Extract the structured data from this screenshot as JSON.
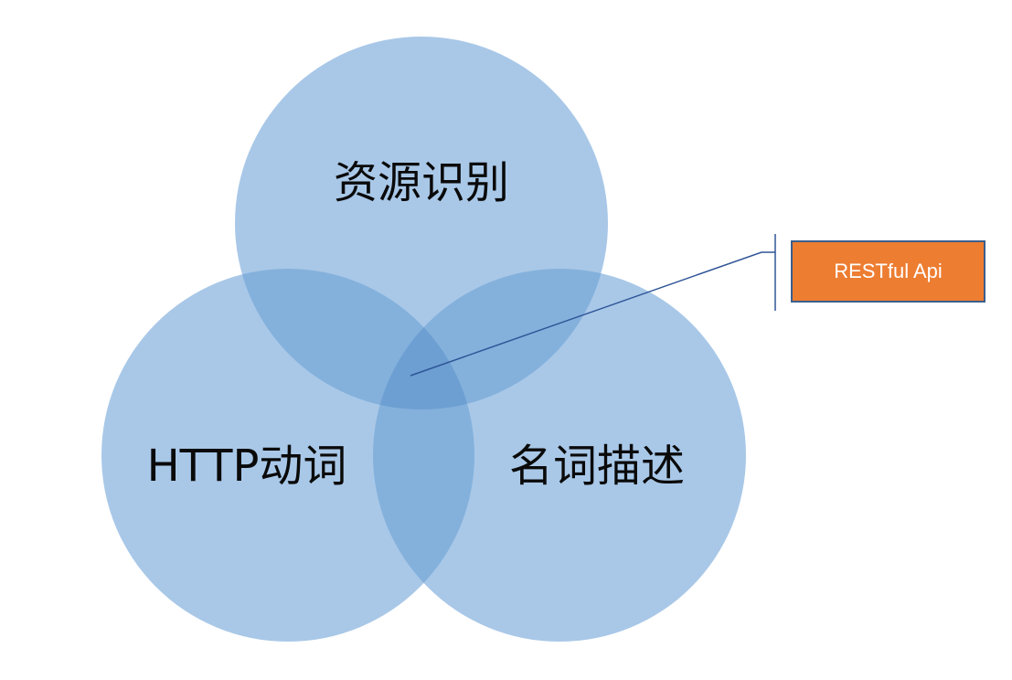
{
  "diagram": {
    "type": "venn",
    "circles": [
      {
        "id": "top",
        "label": "资源识别"
      },
      {
        "id": "left",
        "label": "HTTP动词"
      },
      {
        "id": "right",
        "label": "名词描述"
      }
    ],
    "callout": {
      "label": "RESTful Api",
      "points_to": "center-intersection"
    }
  },
  "colors": {
    "circle_fill": "#a9c8e8",
    "overlap_fill": "#84b1dc",
    "center_fill": "#6d9fd2",
    "callout_fill": "#ed7d31",
    "callout_border": "#3b5e8c",
    "leader_line": "#2f5597",
    "label_text": "#0a0a0a"
  }
}
